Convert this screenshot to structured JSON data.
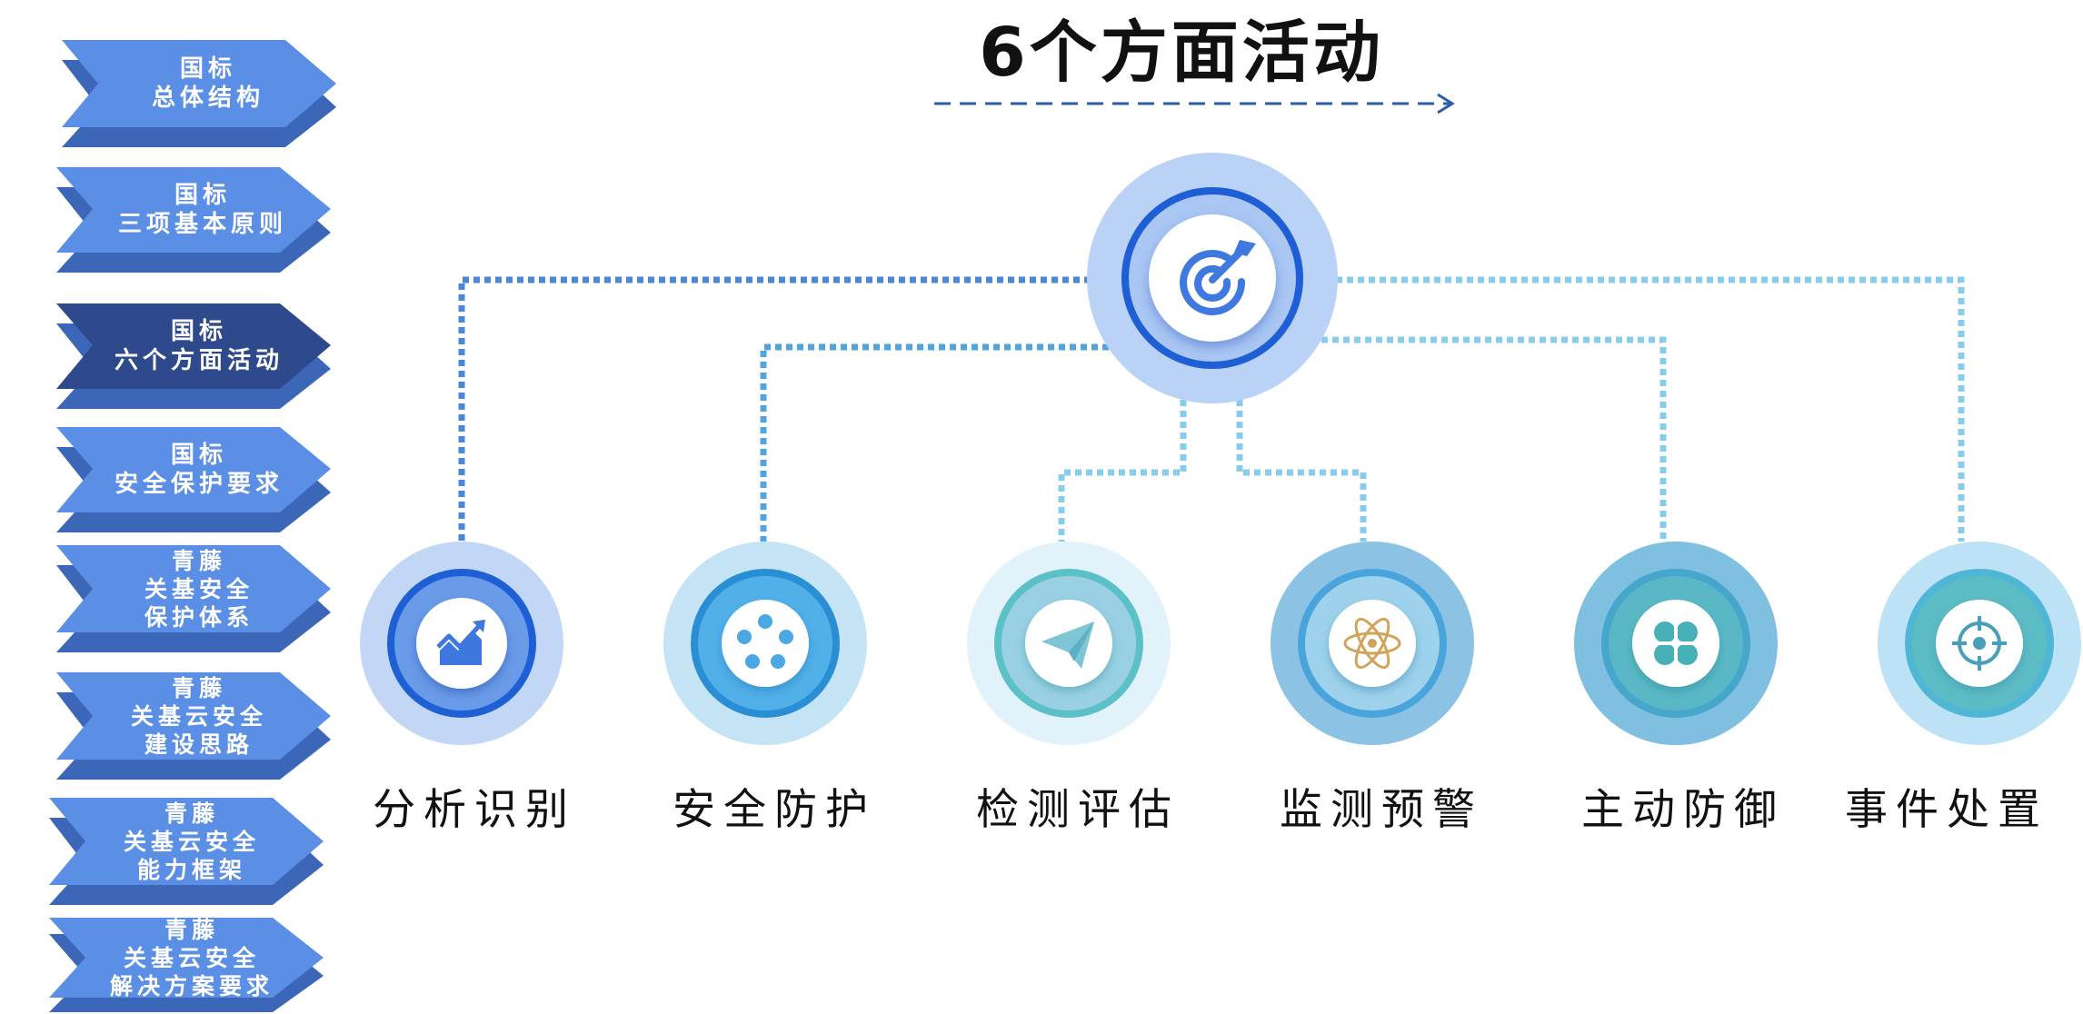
{
  "title": "6个方面活动",
  "sidebar": {
    "items": [
      {
        "lines": [
          "国标",
          "总体结构"
        ],
        "active": false
      },
      {
        "lines": [
          "国标",
          "三项基本原则"
        ],
        "active": false
      },
      {
        "lines": [
          "国标",
          "六个方面活动"
        ],
        "active": true
      },
      {
        "lines": [
          "国标",
          "安全保护要求"
        ],
        "active": false
      },
      {
        "lines": [
          "青藤",
          "关基安全",
          "保护体系"
        ],
        "active": false
      },
      {
        "lines": [
          "青藤",
          "关基云安全",
          "建设思路"
        ],
        "active": false
      },
      {
        "lines": [
          "青藤",
          "关基云安全",
          "能力框架"
        ],
        "active": false
      },
      {
        "lines": [
          "青藤",
          "关基云安全",
          "解决方案要求"
        ],
        "active": false
      }
    ]
  },
  "hub": {
    "icon": "target-arrow-icon"
  },
  "activities": [
    {
      "label": "分析识别",
      "icon": "trend-chart-icon"
    },
    {
      "label": "安全防护",
      "icon": "film-reel-icon"
    },
    {
      "label": "检测评估",
      "icon": "paper-plane-icon"
    },
    {
      "label": "监测预警",
      "icon": "atom-icon"
    },
    {
      "label": "主动防御",
      "icon": "four-petal-icon"
    },
    {
      "label": "事件处置",
      "icon": "crosshair-icon"
    }
  ],
  "colors": {
    "nav_fill": "#5b8fe6",
    "nav_shadow": "#3c67b8",
    "nav_active_fill": "#2e4a8c",
    "nav_active_shadow": "#3c67b8",
    "dash_arrow": "#2c5ea8",
    "line_dark": "#4a86d9",
    "line_mid": "#4fa4dc",
    "line_light": "#88ccec"
  }
}
